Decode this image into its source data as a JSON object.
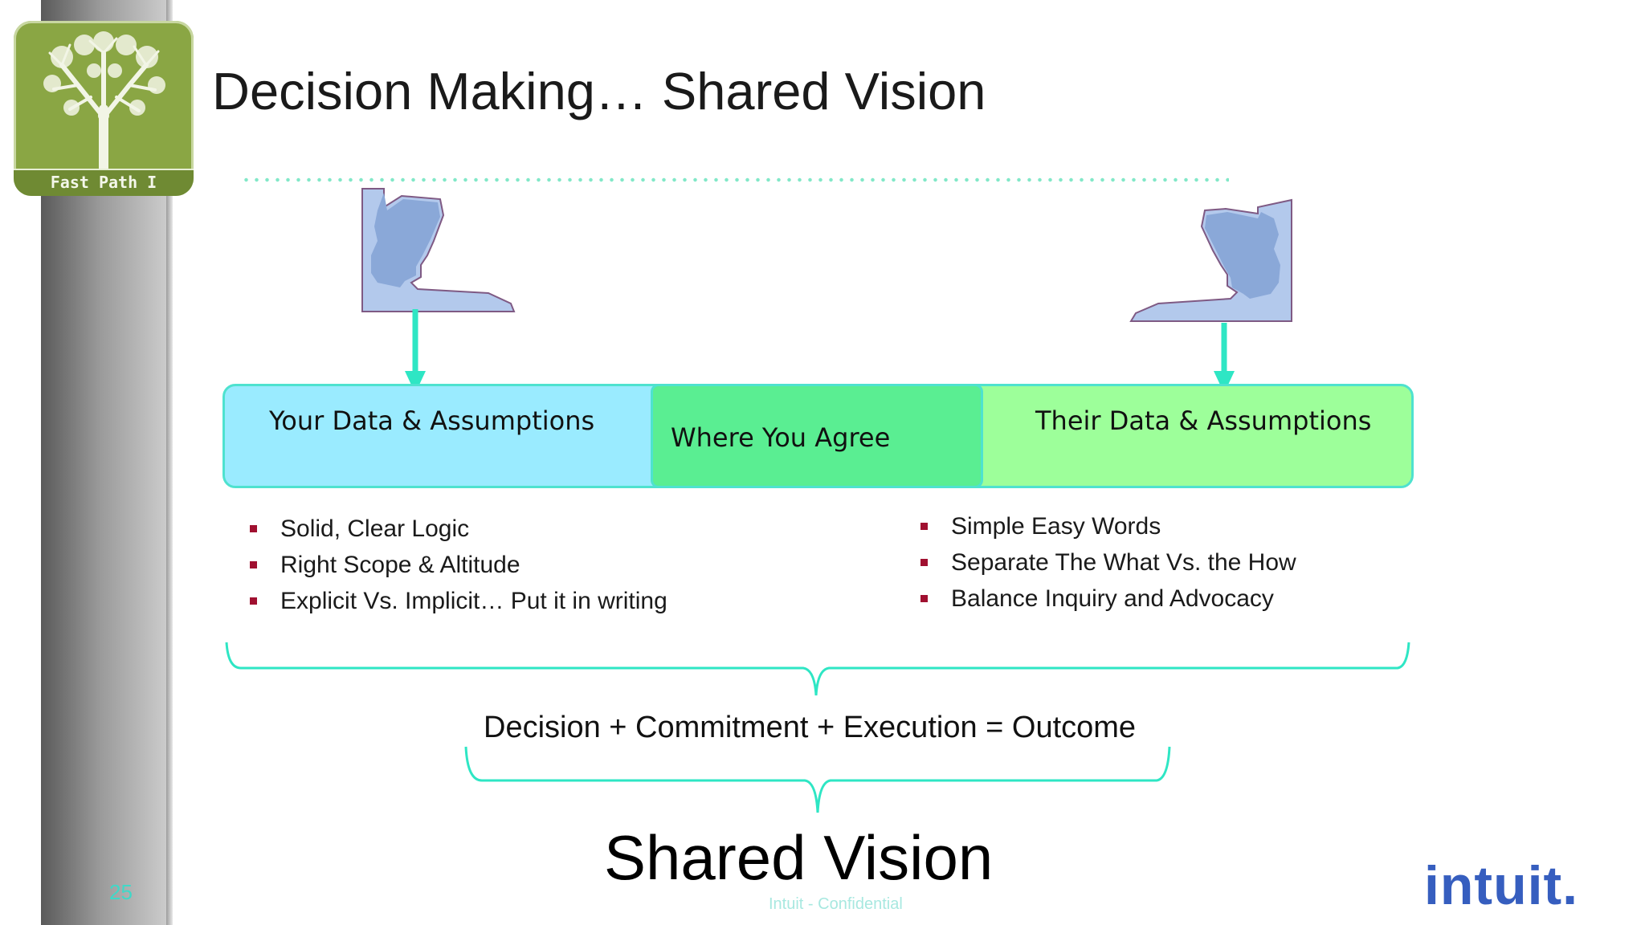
{
  "slide": {
    "title": "Decision Making… Shared Vision",
    "logo": {
      "caption": "Fast Path I",
      "icon": "tree-figure-icon"
    },
    "boxes": {
      "left": "Your Data & Assumptions",
      "middle": "Where You Agree",
      "right": "Their Data & Assumptions"
    },
    "left_bullets": [
      "Solid, Clear Logic",
      "Right Scope & Altitude",
      "Explicit Vs. Implicit… Put it in writing"
    ],
    "right_bullets": [
      "Simple Easy Words",
      "Separate The What Vs. the How",
      "Balance Inquiry and Advocacy"
    ],
    "equation": "Decision + Commitment + Execution = Outcome",
    "conclusion": "Shared Vision",
    "footer": {
      "page_number": "25",
      "confidential": "Intuit - Confidential",
      "brand": "intuit."
    },
    "colors": {
      "left_box": "#9aebff",
      "middle_box": "#5aee92",
      "right_box": "#9dff9a",
      "accent": "#2ee6c4",
      "bullet": "#a01030",
      "brand": "#365ebf"
    }
  }
}
